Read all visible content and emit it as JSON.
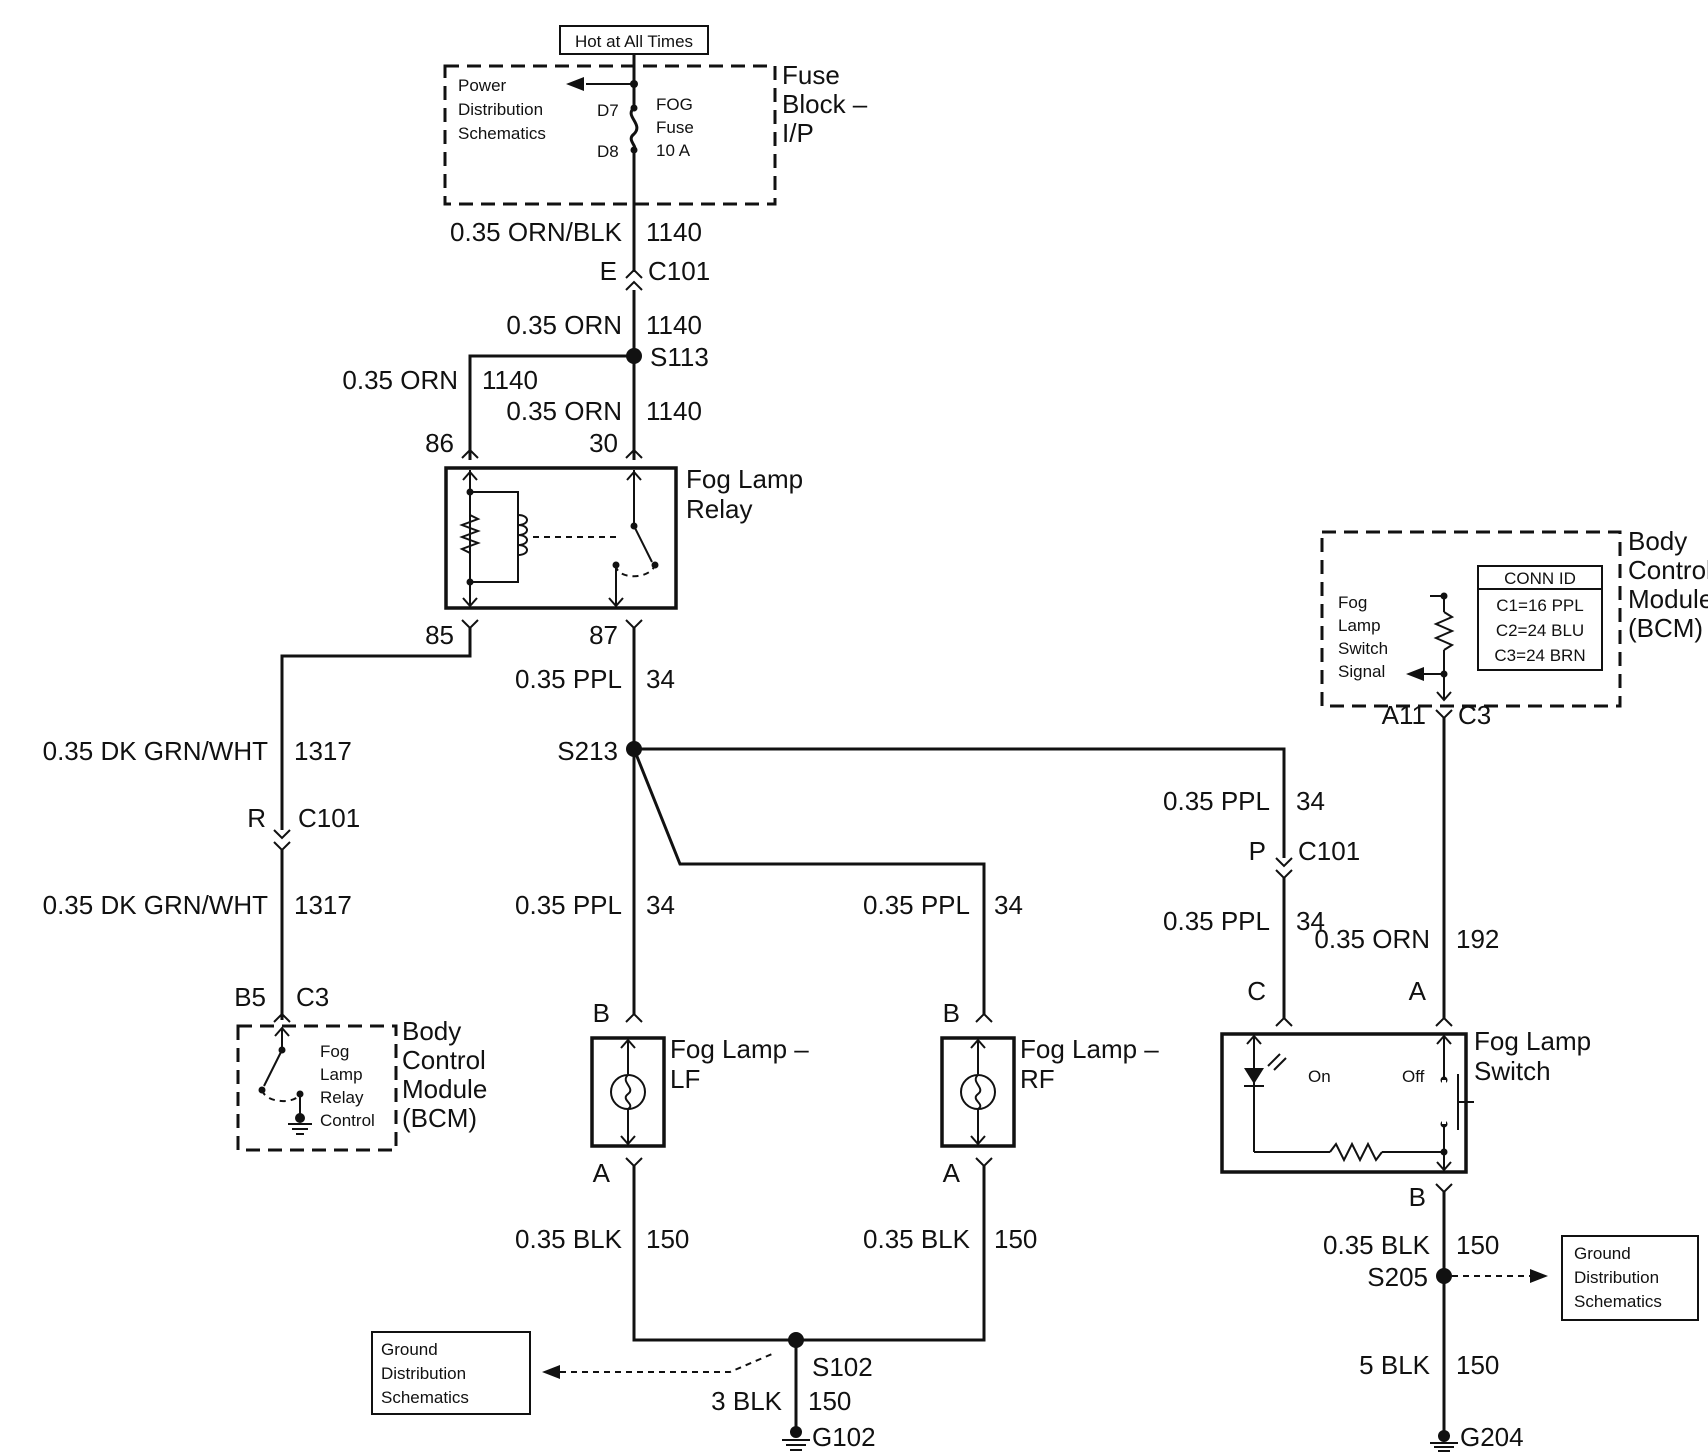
{
  "top_label": "Hot at All Times",
  "fuse_block": {
    "title_lines": [
      "Fuse",
      "Block –",
      "I/P"
    ],
    "power_lines": [
      "Power",
      "Distribution",
      "Schematics"
    ],
    "pin_d7": "D7",
    "pin_d8": "D8",
    "fuse_lines": [
      "FOG",
      "Fuse",
      "10 A"
    ]
  },
  "wires": {
    "w1": {
      "gauge": "0.35 ORN/BLK",
      "circuit": "1140"
    },
    "w2": {
      "gauge": "0.35 ORN",
      "circuit": "1140"
    },
    "w3": {
      "gauge": "0.35 ORN",
      "circuit": "1140"
    },
    "w4": {
      "gauge": "0.35 ORN",
      "circuit": "1140"
    },
    "w5": {
      "gauge": "0.35 PPL",
      "circuit": "34"
    },
    "w6": {
      "gauge": "0.35 DK GRN/WHT",
      "circuit": "1317"
    },
    "w7": {
      "gauge": "0.35 DK GRN/WHT",
      "circuit": "1317"
    },
    "w8": {
      "gauge": "0.35 PPL",
      "circuit": "34"
    },
    "w9": {
      "gauge": "0.35 PPL",
      "circuit": "34"
    },
    "w10": {
      "gauge": "0.35 PPL",
      "circuit": "34"
    },
    "w11": {
      "gauge": "0.35 PPL",
      "circuit": "34"
    },
    "w12": {
      "gauge": "0.35 ORN",
      "circuit": "192"
    },
    "w13": {
      "gauge": "0.35 BLK",
      "circuit": "150"
    },
    "w14": {
      "gauge": "0.35 BLK",
      "circuit": "150"
    },
    "w15": {
      "gauge": "0.35 BLK",
      "circuit": "150"
    },
    "w16": {
      "gauge": "3 BLK",
      "circuit": "150"
    },
    "w17": {
      "gauge": "5 BLK",
      "circuit": "150"
    }
  },
  "connectors": {
    "c101_e": {
      "pin": "E",
      "name": "C101"
    },
    "c101_r": {
      "pin": "R",
      "name": "C101"
    },
    "c101_p": {
      "pin": "P",
      "name": "C101"
    },
    "bcm_a11": {
      "pin": "A11",
      "name": "C3"
    },
    "bcm_b5": {
      "pin": "B5",
      "name": "C3"
    }
  },
  "splices": {
    "s113": "S113",
    "s213": "S213",
    "s102": "S102",
    "s205": "S205"
  },
  "grounds": {
    "g102": "G102",
    "g204": "G204"
  },
  "relay": {
    "title_lines": [
      "Fog Lamp",
      "Relay"
    ],
    "pin86": "86",
    "pin30": "30",
    "pin85": "85",
    "pin87": "87"
  },
  "bcm_upper": {
    "title_lines": [
      "Body",
      "Control",
      "Module",
      "(BCM)"
    ],
    "signal_lines": [
      "Fog",
      "Lamp",
      "Switch",
      "Signal"
    ],
    "conn_id": {
      "header": "CONN ID",
      "rows": [
        "C1=16 PPL",
        "C2=24 BLU",
        "C3=24 BRN"
      ]
    }
  },
  "bcm_lower": {
    "title_lines": [
      "Body",
      "Control",
      "Module",
      "(BCM)"
    ],
    "control_lines": [
      "Fog",
      "Lamp",
      "Relay",
      "Control"
    ]
  },
  "fog_lf": {
    "title_lines": [
      "Fog Lamp –",
      "LF"
    ],
    "pin_top": "B",
    "pin_bottom": "A"
  },
  "fog_rf": {
    "title_lines": [
      "Fog Lamp –",
      "RF"
    ],
    "pin_top": "B",
    "pin_bottom": "A"
  },
  "fog_switch": {
    "title_lines": [
      "Fog Lamp",
      "Switch"
    ],
    "pin_c": "C",
    "pin_a": "A",
    "pin_b": "B",
    "on_label": "On",
    "off_label": "Off"
  },
  "ground_dist_left": [
    "Ground",
    "Distribution",
    "Schematics"
  ],
  "ground_dist_right": [
    "Ground",
    "Distribution",
    "Schematics"
  ]
}
